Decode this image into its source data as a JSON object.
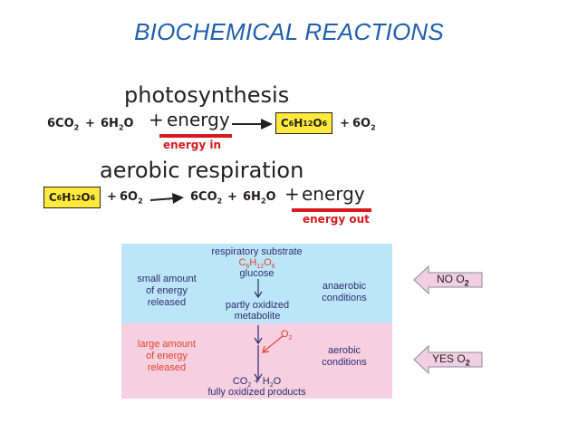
{
  "slide": {
    "title": "BIOCHEMICAL REACTIONS"
  },
  "photosynthesis": {
    "heading": "photosynthesis",
    "lhs_co2": "6CO",
    "lhs_co2_sub": "2",
    "plus1": "+",
    "lhs_h2o_a": "6H",
    "lhs_h2o_sub": "2",
    "lhs_h2o_b": "O",
    "plus2": "+",
    "energy": "energy",
    "product_glucose_c": "C",
    "product_glucose_c_sub": "6",
    "product_glucose_h": "H",
    "product_glucose_h_sub": "12",
    "product_glucose_o": "O",
    "product_glucose_o_sub": "6",
    "plus3": "+",
    "product_o2": "6O",
    "product_o2_sub": "2",
    "energy_label": "energy in"
  },
  "aerobic": {
    "heading": "aerobic respiration",
    "glucose_c": "C",
    "glucose_c_sub": "6",
    "glucose_h": "H",
    "glucose_h_sub": "12",
    "glucose_o": "O",
    "glucose_o_sub": "6",
    "plus1": "+",
    "o2": "6O",
    "o2_sub": "2",
    "co2": "6CO",
    "co2_sub": "2",
    "plus2": "+",
    "h2o_a": "6H",
    "h2o_sub": "2",
    "h2o_b": "O",
    "plus3": "+",
    "energy": "energy",
    "energy_label": "energy out"
  },
  "diagram": {
    "substrate": "respiratory substrate",
    "formula_c": "C",
    "formula_c_sub": "6",
    "formula_h": "H",
    "formula_h_sub": "12",
    "formula_o": "O",
    "formula_o_sub": "6",
    "glucose": "glucose",
    "small_1": "small amount",
    "small_2": "of energy",
    "small_3": "released",
    "anaerobic_1": "anaerobic",
    "anaerobic_2": "conditions",
    "partly_1": "partly oxidized",
    "partly_2": "metabolite",
    "o2_a": "O",
    "o2_sub": "2",
    "large_1": "large amount",
    "large_2": "of energy",
    "large_3": "released",
    "aerobic_1": "aerobic",
    "aerobic_2": "conditions",
    "products_co2": "CO",
    "products_co2_sub": "2",
    "products_plus": " + H",
    "products_h2o_sub": "2",
    "products_o": "O",
    "products_label": "fully oxidized products",
    "colors": {
      "top_band": "#bde5f8",
      "bottom_band": "#f6cfe0",
      "text": "#2d2f6d",
      "oxygen": "#e0442e"
    }
  },
  "tags": {
    "no_o2_text": "NO O",
    "no_o2_sub": "2",
    "yes_o2_text": "YES O",
    "yes_o2_sub": "2",
    "fill": "#f2cfe0"
  },
  "colors": {
    "title": "#1f5fad",
    "highlight": "#ffea3b",
    "energy_red": "#d71920"
  }
}
